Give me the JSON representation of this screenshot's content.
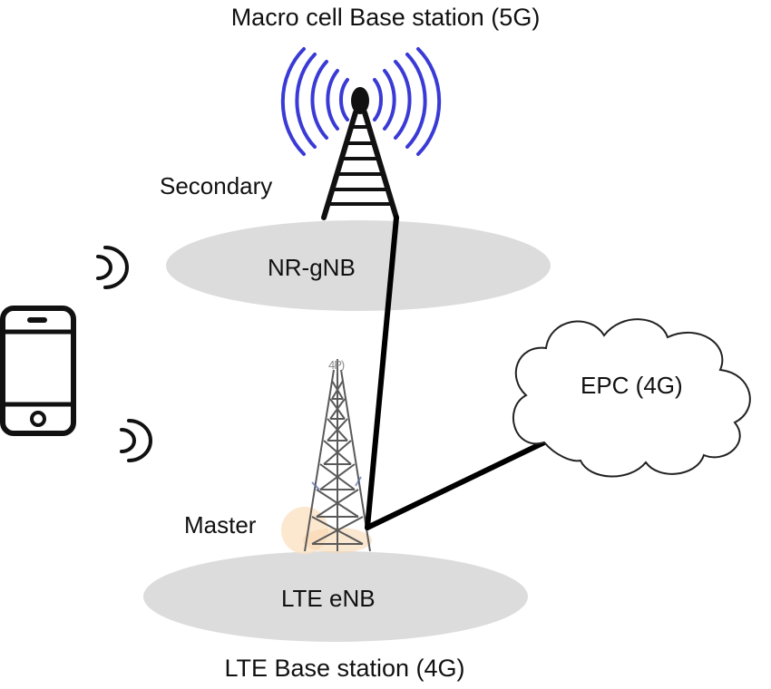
{
  "labels": {
    "macro_title": "Macro cell Base station (5G)",
    "lte_title": "LTE Base station (4G)",
    "secondary": "Secondary",
    "master": "Master",
    "nr_gnb": "NR-gNB",
    "lte_enb": "LTE eNB",
    "epc": "EPC (4G)",
    "tower_tag": "4P)"
  },
  "colors": {
    "cell_fill": "#dcdcdc",
    "link": "#000000",
    "radio_waves": "#3a3ad6",
    "glow": "#fbe3c7"
  },
  "icons": {
    "macro_tower": "radio-tower-icon",
    "lte_tower": "lattice-tower-icon",
    "phone": "smartphone-icon",
    "signal": "signal-waves-icon",
    "core": "cloud-icon"
  }
}
